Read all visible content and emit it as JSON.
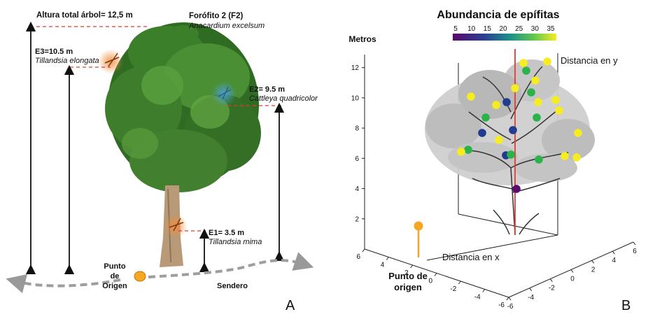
{
  "panel_a": {
    "letter": "A",
    "total_height_label": "Altura total árbol= 12,5 m",
    "phorophyte_title": "Forófito 2 (F2)",
    "phorophyte_species": "Anacardium excelsum",
    "epiphytes": [
      {
        "id": "E3",
        "label": "E3=10.5 m",
        "species": "Tillandsia elongata",
        "color": "#f28c3c"
      },
      {
        "id": "E2",
        "label": "E2= 9.5 m",
        "species": "Cattleya quadricolor",
        "color": "#4aa0d8"
      },
      {
        "id": "E1",
        "label": "E1= 3.5 m",
        "species": "Tillandsia mima",
        "color": "#f28c3c"
      }
    ],
    "origin_label": [
      "Punto",
      "de",
      "Origen"
    ],
    "trail_label": "Sendero",
    "origin_color": "#f5a623"
  },
  "panel_b": {
    "letter": "B",
    "title": "Abundancia de epífitas",
    "colorbar_ticks": [
      "5",
      "10",
      "15",
      "20",
      "25",
      "30",
      "35"
    ],
    "z_axis_title": "Metros",
    "z_ticks": [
      "2",
      "4",
      "6",
      "8",
      "10",
      "12"
    ],
    "x_axis_label": "Distancia en x",
    "y_axis_label": "Distancia en y",
    "origin_label": [
      "Punto de",
      "origen"
    ],
    "left_axis_ticks": [
      "6",
      "4",
      "2",
      "0",
      "-2",
      "-4",
      "-6"
    ],
    "right_axis_ticks": [
      "-6",
      "-4",
      "-2",
      "0",
      "2",
      "4",
      "6"
    ],
    "colors": {
      "purple": "#5b0a6e",
      "blue": "#1f3c8f",
      "green": "#2bb34a",
      "yellow": "#f6ec22",
      "trunk_line": "#e53935",
      "origin": "#f5a623"
    }
  }
}
